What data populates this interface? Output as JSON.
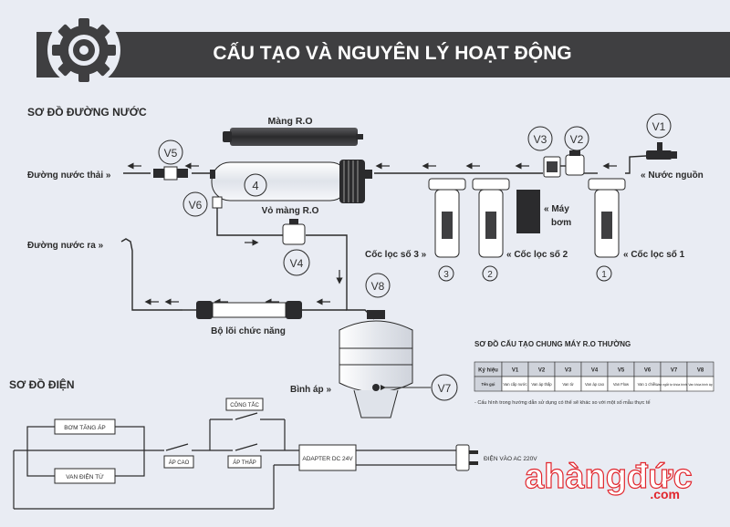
{
  "header": {
    "title": "CẤU TẠO VÀ NGUYÊN LÝ HOẠT ĐỘNG"
  },
  "water": {
    "section_title": "SƠ ĐỒ ĐƯỜNG NƯỚC",
    "membrane_label": "Màng R.O",
    "membrane_housing_label": "Vỏ màng R.O",
    "waste_label": "Đường nước thải »",
    "outlet_label": "Đường nước ra »",
    "source_label": "« Nước nguồn",
    "pump_label_1": "« Máy",
    "pump_label_2": "bơm",
    "cup1_label": "« Cốc lọc số 1",
    "cup2_label": "« Cốc lọc số 2",
    "cup3_label": "Cốc lọc số 3 »",
    "cup1_num": "1",
    "cup2_num": "2",
    "cup3_num": "3",
    "function_core_label": "Bộ lõi chức năng",
    "tank_label": "Bình áp »",
    "v1": "V1",
    "v2": "V2",
    "v3": "V3",
    "v4": "V4",
    "v5": "V5",
    "v6": "V6",
    "v7": "V7",
    "v8": "V8",
    "n4": "4"
  },
  "table": {
    "title": "SƠ ĐỒ CẤU TẠO CHUNG MÁY R.O THƯỜNG",
    "header": [
      "Ký hiệu",
      "V1",
      "V2",
      "V3",
      "V4",
      "V5",
      "V6",
      "V7",
      "V8"
    ],
    "row": [
      "Tên gọi",
      "Van cấp nước",
      "Van áp thấp",
      "Van từ",
      "Van áp cao",
      "Van Flow",
      "Van 1 chiều",
      "Van ngắt tự khóa bình áp",
      "Van khóa bình áp"
    ],
    "note": "- Cấu hình trong hướng dẫn sử dụng có thể sẽ khác so với một số mẫu thực tế"
  },
  "electric": {
    "section_title": "SƠ ĐỒ ĐIỆN",
    "booster_pump": "BƠM TĂNG ÁP",
    "solenoid": "VAN ĐIỆN TỪ",
    "high_pressure": "ÁP CAO",
    "low_pressure": "ÁP THẤP",
    "switch": "CÔNG TẮC",
    "adapter": "ADAPTER DC 24V",
    "ac_input": "ĐIỆN VÀO AC 220V"
  },
  "brand": {
    "name": "ahàngđức",
    "domain": ".com"
  },
  "colors": {
    "dark": "#3f3f41",
    "brand": "#e1262d",
    "line": "#2a2a2a",
    "bg": "#e9ecf3"
  }
}
